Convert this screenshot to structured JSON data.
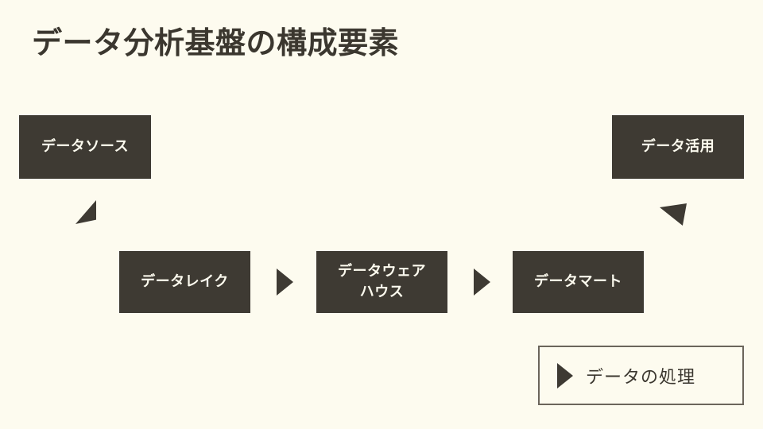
{
  "slide": {
    "title": "データ分析基盤の構成要素",
    "background_color": "#fdfbef",
    "box_color": "#3e3a33",
    "box_text_color": "#fdfbef",
    "title_color": "#3b372f",
    "legend_border_color": "#6b655b"
  },
  "nodes": {
    "data_source": {
      "label": "データソース"
    },
    "data_usage": {
      "label": "データ活用"
    },
    "data_lake": {
      "label": "データレイク"
    },
    "data_warehouse": {
      "label_line1": "データウェア",
      "label_line2": "ハウス"
    },
    "data_mart": {
      "label": "データマート"
    }
  },
  "arrows": {
    "lake_to_warehouse": {
      "icon": "triangle-right-icon"
    },
    "warehouse_to_mart": {
      "icon": "triangle-right-icon"
    },
    "source_to_pipeline": {
      "icon": "triangle-diagonal-down-left-icon"
    },
    "mart_to_usage": {
      "icon": "triangle-diagonal-down-right-icon"
    }
  },
  "legend": {
    "icon": "triangle-right-icon",
    "label": "データの処理"
  }
}
